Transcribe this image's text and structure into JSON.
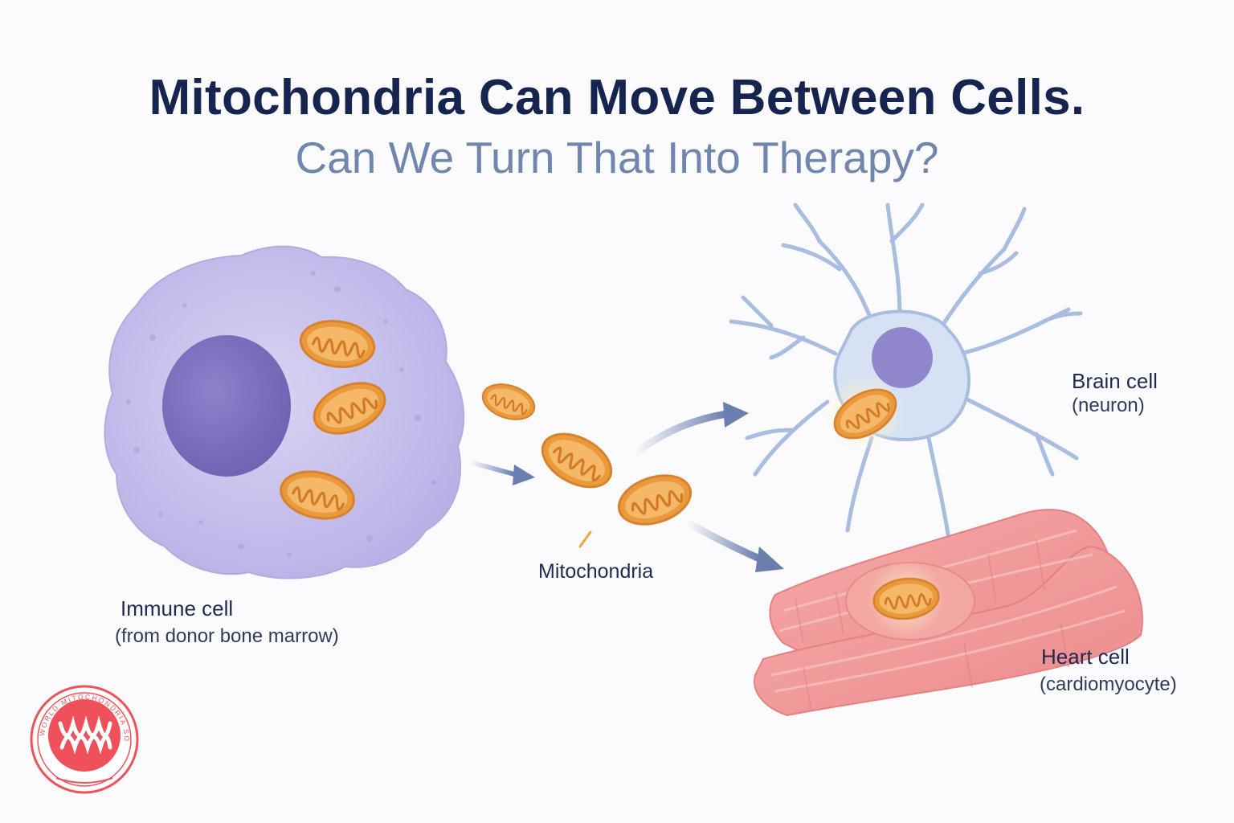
{
  "title": "Mitochondria Can Move Between Cells.",
  "subtitle": "Can We Turn That Into Therapy?",
  "labels": {
    "immune": {
      "name": "Immune cell",
      "detail": "(from donor bone marrow)"
    },
    "mitochondria": {
      "name": "Mitochondria"
    },
    "brain": {
      "name": "Brain cell",
      "detail": "(neuron)"
    },
    "heart": {
      "name": "Heart cell",
      "detail": "(cardiomyocyte)"
    }
  },
  "logo": {
    "text": "WORLD MITOCHONDRIA SOCIETY"
  },
  "colors": {
    "immune_cell": "#c9c3ec",
    "nucleus": "#8b80c6",
    "mitochondrion": "#f0a54a",
    "neuron": "#d6e2f4",
    "heart": "#f19c9c",
    "arrow": "#6a7fae",
    "logo": "#f0505a"
  }
}
